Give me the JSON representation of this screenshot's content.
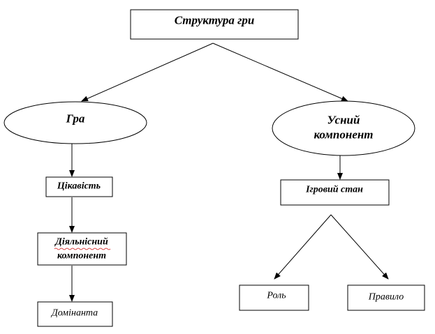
{
  "nodes": {
    "root": {
      "label": "Структура гри"
    },
    "game": {
      "label": "Гра"
    },
    "oral": {
      "line1": "Усний",
      "line2": "компонент"
    },
    "interest": {
      "label": "Цікавість"
    },
    "activity": {
      "line1": "Діяльнісний",
      "line2": "компонент"
    },
    "dominant": {
      "label": "Домінанта"
    },
    "gamestate": {
      "label": "Ігровий стан"
    },
    "role": {
      "label": "Роль"
    },
    "rule": {
      "label": "Правило"
    }
  },
  "colors": {
    "stroke": "#000000",
    "background": "#ffffff",
    "spellcheck_underline": "#d01010"
  }
}
